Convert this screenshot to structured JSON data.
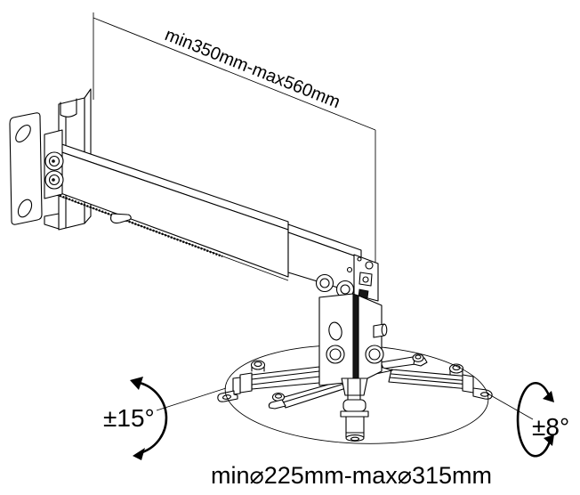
{
  "figure": {
    "title": "Projector mount technical line drawing",
    "background_color": "#ffffff",
    "line_color": "#000000"
  },
  "annotations": {
    "arm_length_label": "min350mm-max560mm",
    "tilt_range_label": "±15°",
    "swivel_range_label": "±8°",
    "mount_diameter_label": "min⌀225mm-max⌀315mm"
  }
}
